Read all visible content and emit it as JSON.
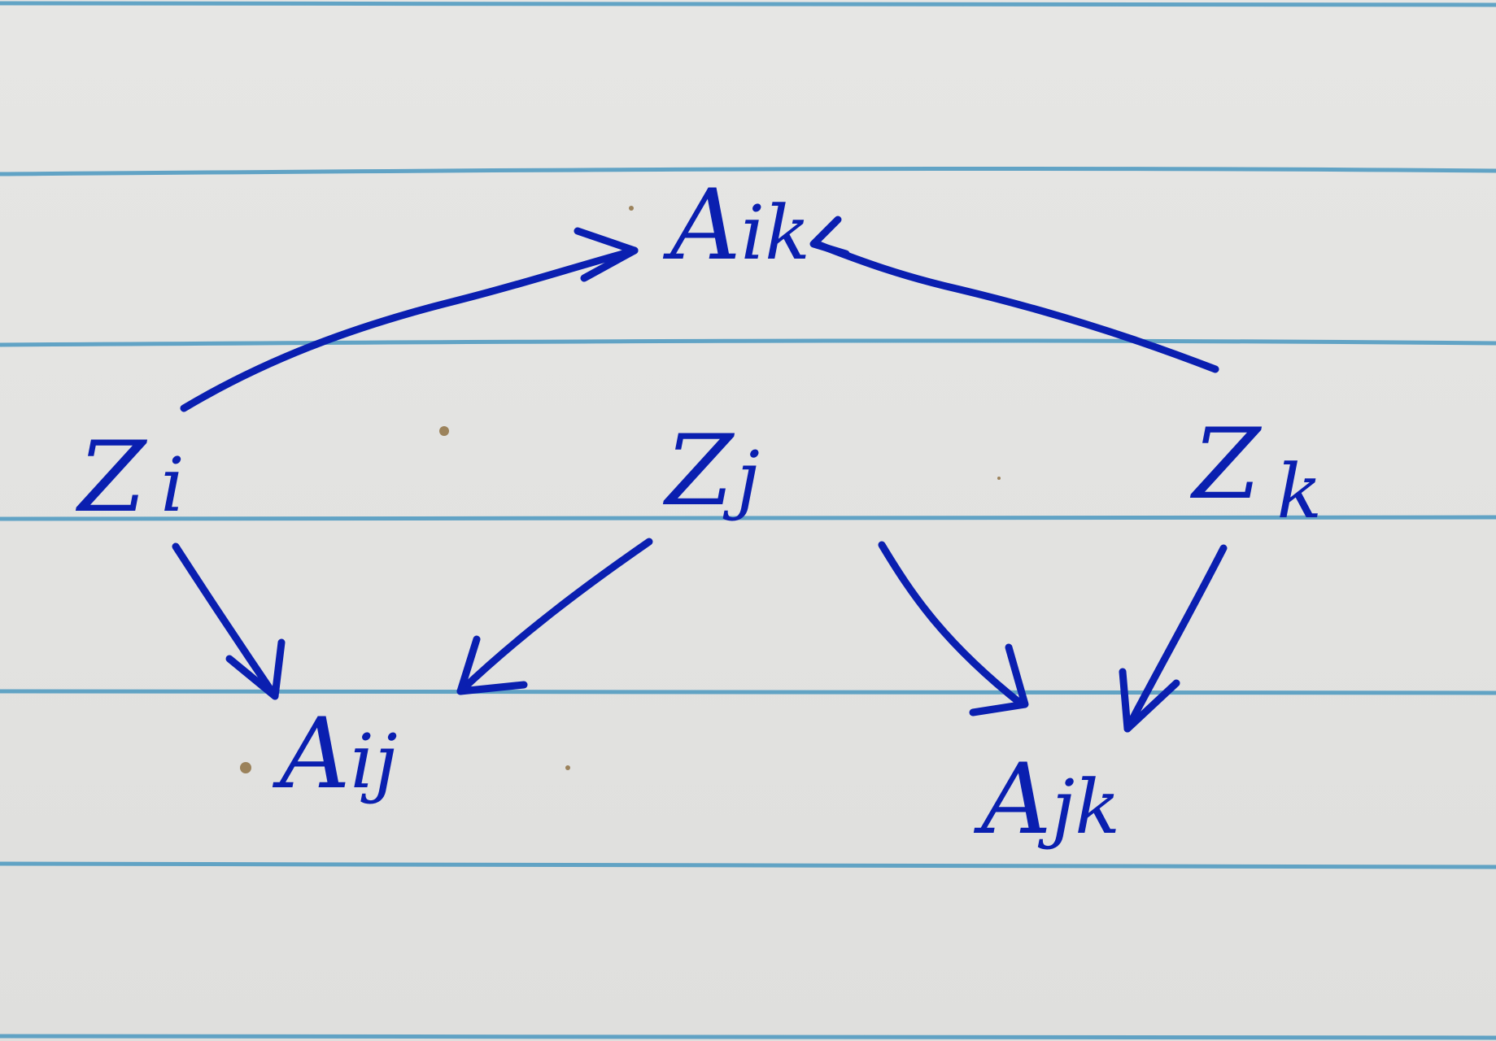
{
  "diagram": {
    "nodes": [
      {
        "id": "A_ik",
        "base": "A",
        "sub": "ik"
      },
      {
        "id": "Z_i",
        "base": "Z",
        "sub": "i"
      },
      {
        "id": "Z_j",
        "base": "Z",
        "sub": "j"
      },
      {
        "id": "Z_k",
        "base": "Z",
        "sub": "k"
      },
      {
        "id": "A_ij",
        "base": "A",
        "sub": "ij"
      },
      {
        "id": "A_jk",
        "base": "A",
        "sub": "jk"
      }
    ],
    "edges": [
      {
        "from": "Z_i",
        "to": "A_ik"
      },
      {
        "from": "Z_k",
        "to": "A_ik"
      },
      {
        "from": "Z_i",
        "to": "A_ij"
      },
      {
        "from": "Z_j",
        "to": "A_ij"
      },
      {
        "from": "Z_j",
        "to": "A_jk"
      },
      {
        "from": "Z_k",
        "to": "A_jk"
      }
    ]
  },
  "colors": {
    "ink": "#0a1fb0",
    "rule_lines": "#4a98c0",
    "paper": "#e2e2e0"
  }
}
